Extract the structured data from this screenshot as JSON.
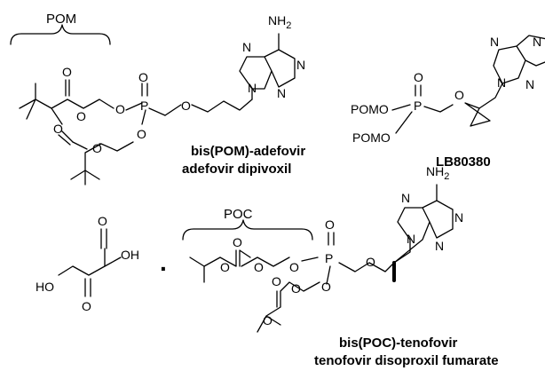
{
  "brackets": {
    "pom": "POM",
    "poc": "POC"
  },
  "atoms": {
    "O": "O",
    "P": "P",
    "N": "N",
    "NH2_base": "NH",
    "NH2_sub": "2",
    "OH": "OH",
    "HO": "HO",
    "POMO": "POMO"
  },
  "captions": {
    "adefovir_1": "bis(POM)-adefovir",
    "adefovir_2": "adefovir dipivoxil",
    "lb80380": "LB80380",
    "tenofovir_1": "bis(POC)-tenofovir",
    "tenofovir_2": "tenofovir disoproxil fumarate"
  },
  "dot": "·"
}
